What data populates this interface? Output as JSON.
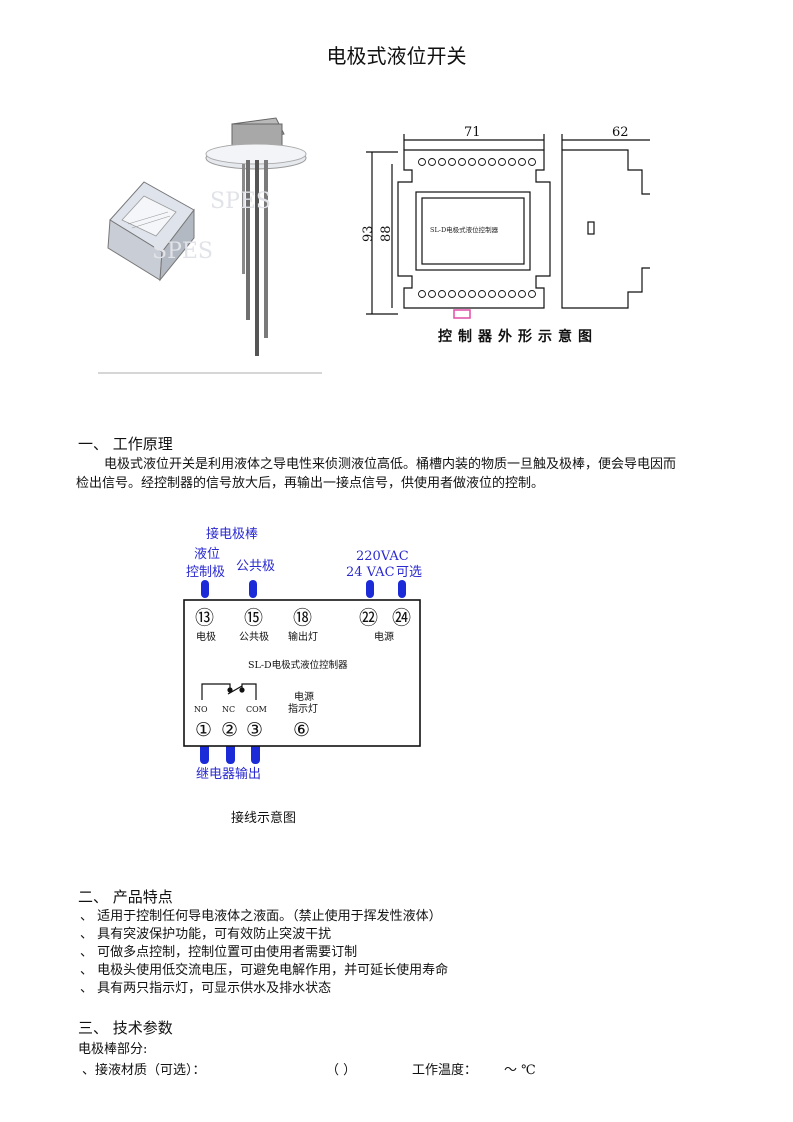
{
  "title": "电极式液位开关",
  "figure1": {
    "watermark": "SPES",
    "watermark2": "SPES",
    "dim_width": "71",
    "dim_depth": "62",
    "dim_height_outer": "93",
    "dim_height_inner": "88",
    "device_label": "SL-D电极式液位控制器",
    "caption": "控制器外形示意图"
  },
  "section1": {
    "heading": "一、 工作原理",
    "line1": "电极式液位开关是利用液体之导电性来侦测液位高低。桶槽内装的物质一旦触及极棒，便会导电因而",
    "line2": "检出信号。经控制器的信号放大后，再输出一接点信号，供使用者做液位的控制。"
  },
  "wiring": {
    "top_label": "接电极棒",
    "label_level_1": "液位",
    "label_level_2": "控制极",
    "label_common": "公共极",
    "label_power_1": "220VAC",
    "label_power_2": "24 VAC",
    "label_optional": "可选",
    "t13": "⑬",
    "t15": "⑮",
    "t18": "⑱",
    "t22": "㉒",
    "t24": "㉔",
    "sub_electrode": "电极",
    "sub_common": "公共极",
    "sub_output_lamp": "输出灯",
    "sub_power": "电源",
    "device_name": "SL-D电极式液位控制器",
    "no": "NO",
    "nc": "NC",
    "com": "COM",
    "t1": "①",
    "t2": "②",
    "t3": "③",
    "t6": "⑥",
    "power_ind_1": "电源",
    "power_ind_2": "指示灯",
    "relay_output": "继电器输出",
    "caption": "接线示意图"
  },
  "section2": {
    "heading": "二、 产品特点",
    "items": [
      "、 适用于控制任何导电液体之液面。（禁止使用于挥发性液体）",
      "、 具有突波保护功能，可有效防止突波干扰",
      "、 可做多点控制，控制位置可由使用者需要订制",
      "、 电极头使用低交流电压，可避免电解作用，并可延长使用寿命",
      "、 具有两只指示灯，可显示供水及排水状态"
    ]
  },
  "section3": {
    "heading": "三、 技术参数",
    "sub": "电极棒部分:",
    "row_label": "、接液材质（可选）：",
    "row_paren": "（    ）",
    "row_temp": "工作温度：",
    "row_range": "～   ℃"
  }
}
